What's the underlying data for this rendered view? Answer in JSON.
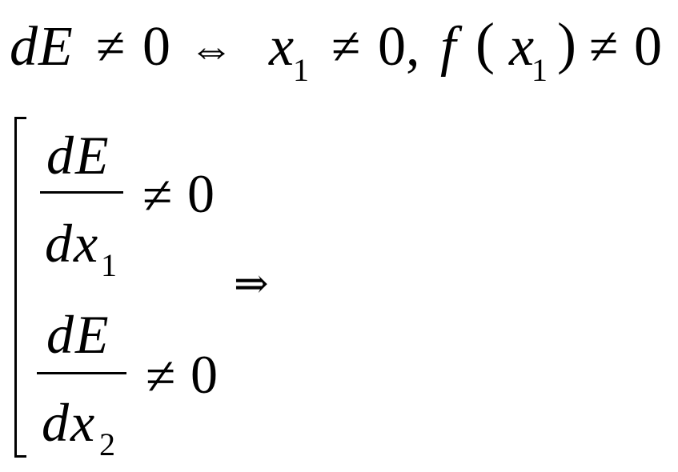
{
  "line1": {
    "lhs_d": "d",
    "lhs_E": "E",
    "neq1": "≠",
    "zero1": "0",
    "iff": "⇔",
    "x": "x",
    "x_sub": "1",
    "neq2": "≠",
    "zero2_comma": "0,",
    "f": "f",
    "lparen": "(",
    "fx": "x",
    "fx_sub": "1",
    "rparen": ")",
    "neq3": "≠",
    "zero3": "0"
  },
  "system": {
    "eq1": {
      "num_d": "d",
      "num_E": "E",
      "den_d": "d",
      "den_x": "x",
      "den_sub": "1",
      "neq": "≠",
      "zero": "0"
    },
    "eq2": {
      "num_d": "d",
      "num_E": "E",
      "den_d": "d",
      "den_x": "x",
      "den_sub": "2",
      "neq": "≠",
      "zero": "0"
    },
    "implies": "⇒"
  }
}
